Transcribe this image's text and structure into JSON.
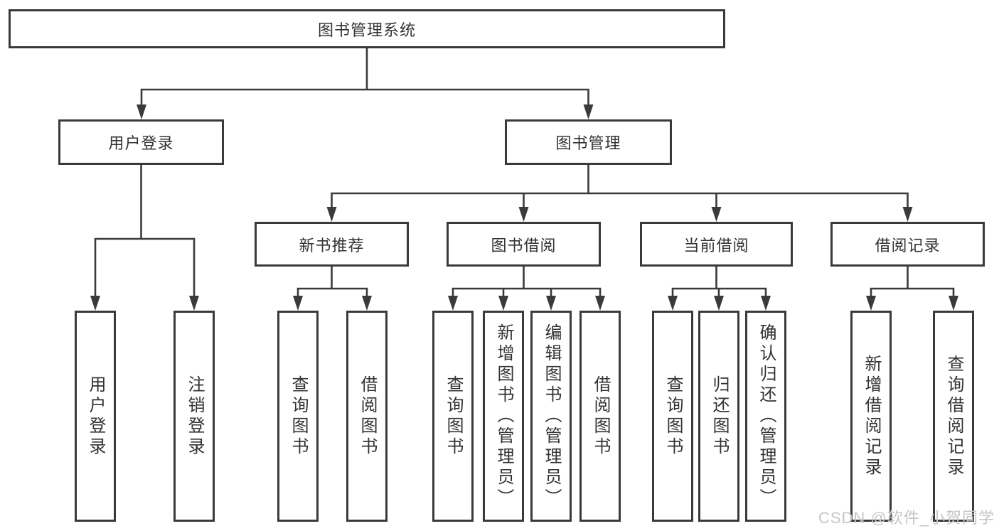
{
  "diagram": {
    "title": "图书管理系统",
    "nodes": {
      "root": {
        "label": "图书管理系统"
      },
      "branches": [
        {
          "label": "用户登录",
          "leaves": [
            {
              "label": "用户登录"
            },
            {
              "label": "注销登录"
            }
          ]
        },
        {
          "label": "图书管理",
          "groups": [
            {
              "label": "新书推荐",
              "leaves": [
                {
                  "label": "查询图书"
                },
                {
                  "label": "借阅图书"
                }
              ]
            },
            {
              "label": "图书借阅",
              "leaves": [
                {
                  "label": "查询图书"
                },
                {
                  "label": "新增图书（管理员）"
                },
                {
                  "label": "编辑图书（管理员）"
                },
                {
                  "label": "借阅图书"
                }
              ]
            },
            {
              "label": "当前借阅",
              "leaves": [
                {
                  "label": "查询图书"
                },
                {
                  "label": "归还图书"
                },
                {
                  "label": "确认归还（管理员）"
                }
              ]
            },
            {
              "label": "借阅记录",
              "leaves": [
                {
                  "label": "新增借阅记录"
                },
                {
                  "label": "查询借阅记录"
                }
              ]
            }
          ]
        }
      ]
    },
    "colors": {
      "line": "#3a3a3a",
      "text": "#333333",
      "background": "#ffffff",
      "watermark": "#c8c4c6"
    }
  },
  "watermark": {
    "text": "CSDN @软件_小贺同学"
  }
}
